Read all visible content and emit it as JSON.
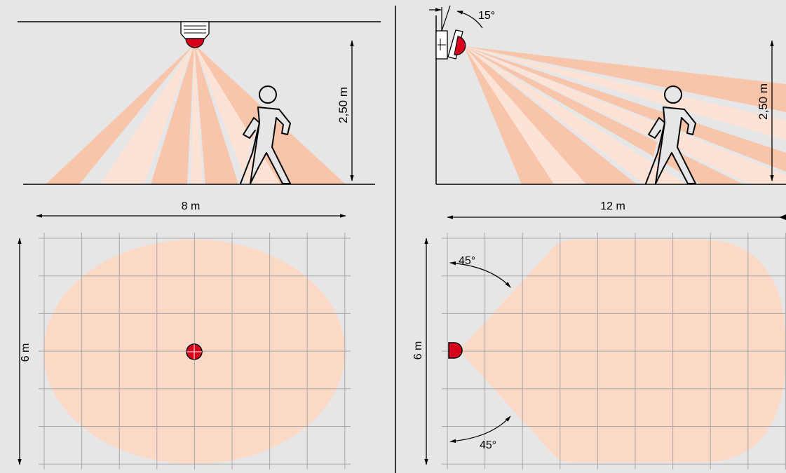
{
  "colors": {
    "background": "#e6e6e6",
    "zone": "#fcd9c6",
    "beam_dark": "#f8c5ab",
    "beam_light": "#fde3d5",
    "sensor": "#d6001c",
    "grid": "#a9a9a9",
    "line": "#000000"
  },
  "ceiling_sensor": {
    "side_view": {
      "height_label": "2,50 m"
    },
    "top_view": {
      "width_label": "8 m",
      "depth_label": "6 m",
      "zone_shape": "ellipse"
    }
  },
  "wall_sensor": {
    "side_view": {
      "height_label": "2,50 m",
      "tilt_label": "15°"
    },
    "top_view": {
      "width_label": "12 m",
      "depth_label": "6 m",
      "angle_upper_label": "45°",
      "angle_lower_label": "45°",
      "zone_shape": "fan"
    }
  },
  "icons": [
    "ceiling-sensor-icon",
    "wall-sensor-icon",
    "person-icon",
    "sensor-dot-icon",
    "sensor-half-dome-icon"
  ]
}
